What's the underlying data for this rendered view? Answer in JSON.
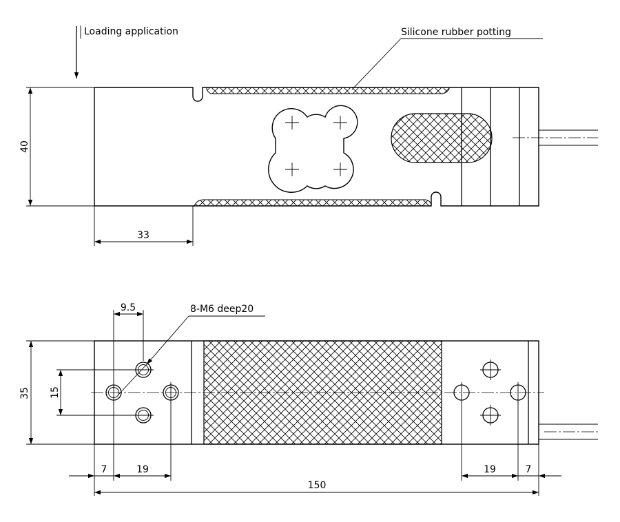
{
  "labels": {
    "loading_application": "Loading application",
    "silicone_potting": "Silicone rubber potting",
    "thread_note": "8-M6 deep20"
  },
  "dimensions": {
    "height_40": "40",
    "width_33": "33",
    "width_35": "35",
    "hole_spacing_15": "15",
    "offset_9_5": "9.5",
    "edge_7_left": "7",
    "pitch_19_left": "19",
    "pitch_19_right": "19",
    "edge_7_right": "7",
    "length_150": "150"
  }
}
